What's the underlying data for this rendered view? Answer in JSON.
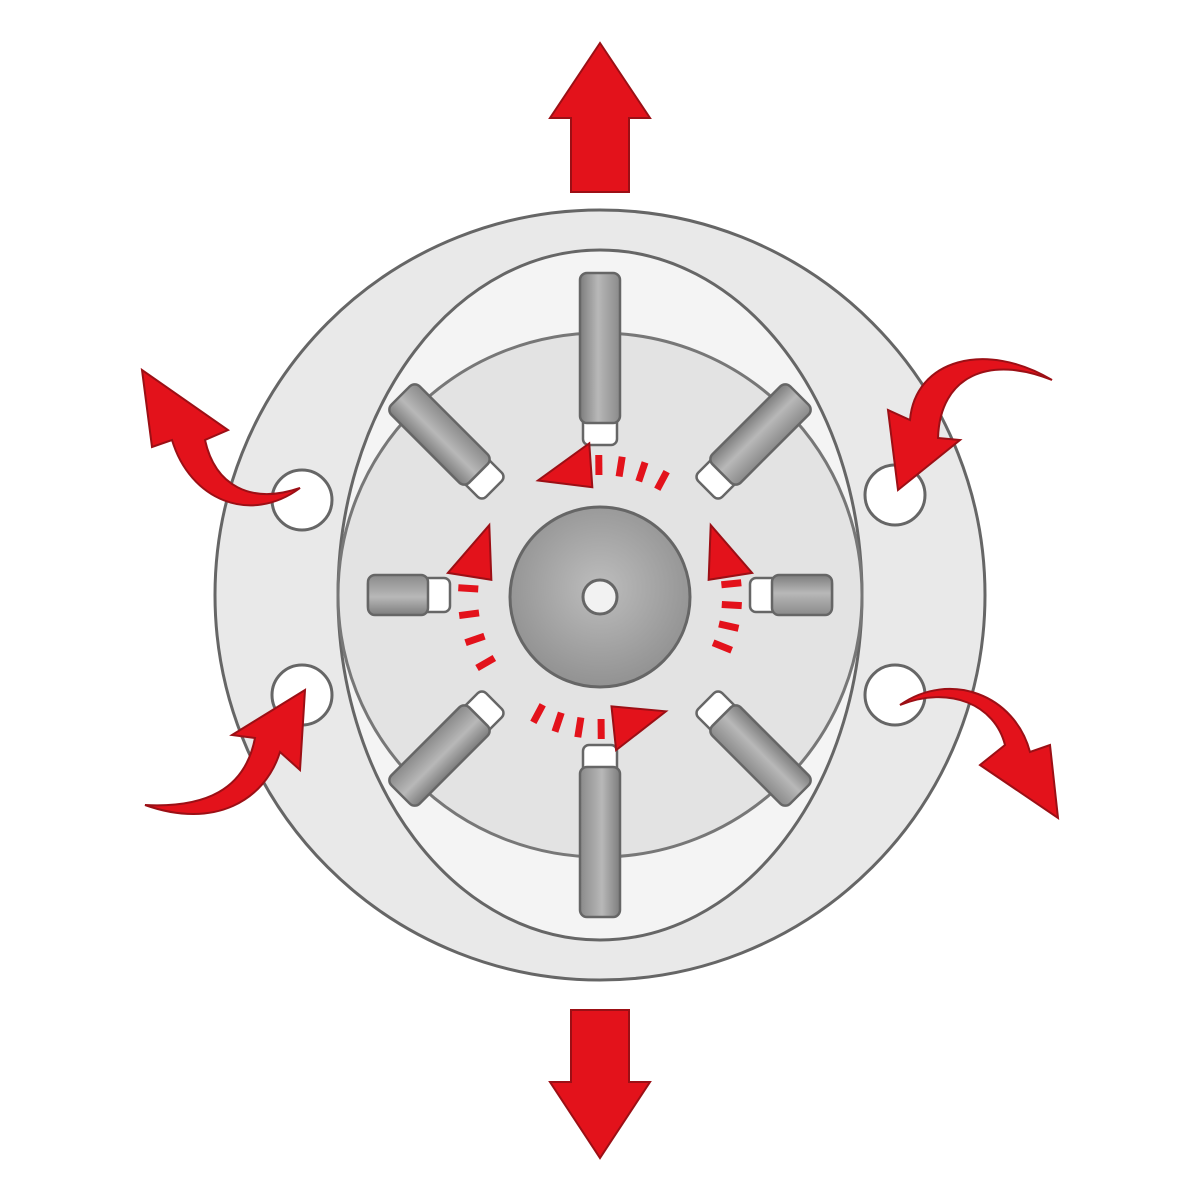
{
  "diagram": {
    "subject": "vane-pump-cross-section",
    "vane_count": 8,
    "port_count": 4,
    "colors": {
      "background": "#ffffff",
      "housing": "#e8e8e8",
      "rotor": "#e2e2e2",
      "cavity": "#f7f7f7",
      "outline": "#6b6b6b",
      "vane_dark": "#8f8f8f",
      "vane_light": "#c9c9c9",
      "hub": "#a9a9a9",
      "arrow": "#e3121b",
      "arrow_outline": "#9c0f15"
    },
    "icons": {
      "flow_out": "arrow-up-icon",
      "flow_out_bottom": "arrow-down-icon",
      "port_flow": "curved-arrow-icon",
      "rotation": "clockwise-rotation-icon"
    }
  }
}
